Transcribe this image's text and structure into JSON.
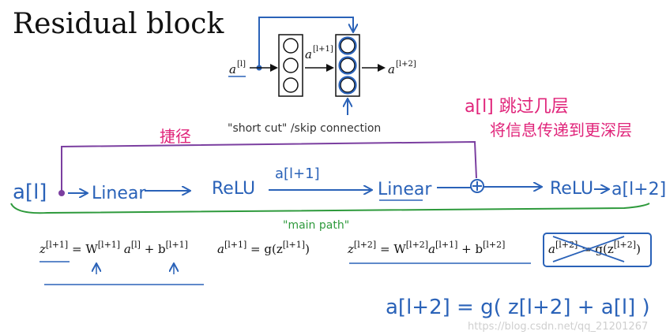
{
  "title": "Residual block",
  "network": {
    "input_label": "a^{[l]}",
    "mid_label": "a^{[l+1]}",
    "output_label": "a^{[l+2]}"
  },
  "annotations": {
    "chinese_shortcut": "捷径",
    "shortcut": "\"short cut\" /skip connection",
    "pink_line1": "a[l] 跳过几层",
    "pink_line2": "将信息传递到更深层",
    "main_path": "\"main path\""
  },
  "pipeline": {
    "start": "a[l]",
    "linear1": "Linear",
    "relu1": "ReLU",
    "a_mid": "a[l+1]",
    "linear2": "Linear",
    "relu2": "ReLU",
    "output": "a[l+2]"
  },
  "equations": {
    "eq1_lhs": "z",
    "eq1_lhs_sup": "[l+1]",
    "eq1_eq": " = W",
    "eq1_w_sup": "[l+1]",
    "eq1_a": " a",
    "eq1_a_sup": "[l]",
    "eq1_b": " + b",
    "eq1_b_sup": "[l+1]",
    "eq2_a": "a",
    "eq2_a_sup": "[l+1]",
    "eq2_eq": " = g(z",
    "eq2_z_sup": "[l+1]",
    "eq2_close": ")",
    "eq3_z": "z",
    "eq3_z_sup": "[l+2]",
    "eq3_eq": " = W",
    "eq3_w_sup": "[l+2]",
    "eq3_a": "a",
    "eq3_a_sup": "[l+1]",
    "eq3_b": " + b",
    "eq3_b_sup": "[l+2]",
    "eq4_a": "a",
    "eq4_a_sup": "[l+2]",
    "eq4_eq": " = g(z",
    "eq4_z_sup": "[l+2]",
    "eq4_close": ")",
    "eq5": "a[l+2] = g( z[l+2] + a[l] )"
  },
  "watermark": "https://blog.csdn.net/qq_21201267",
  "colors": {
    "blue": "#2a62b8",
    "purple": "#7b3fa0",
    "green": "#2e9a3c",
    "pink": "#e0247a"
  }
}
